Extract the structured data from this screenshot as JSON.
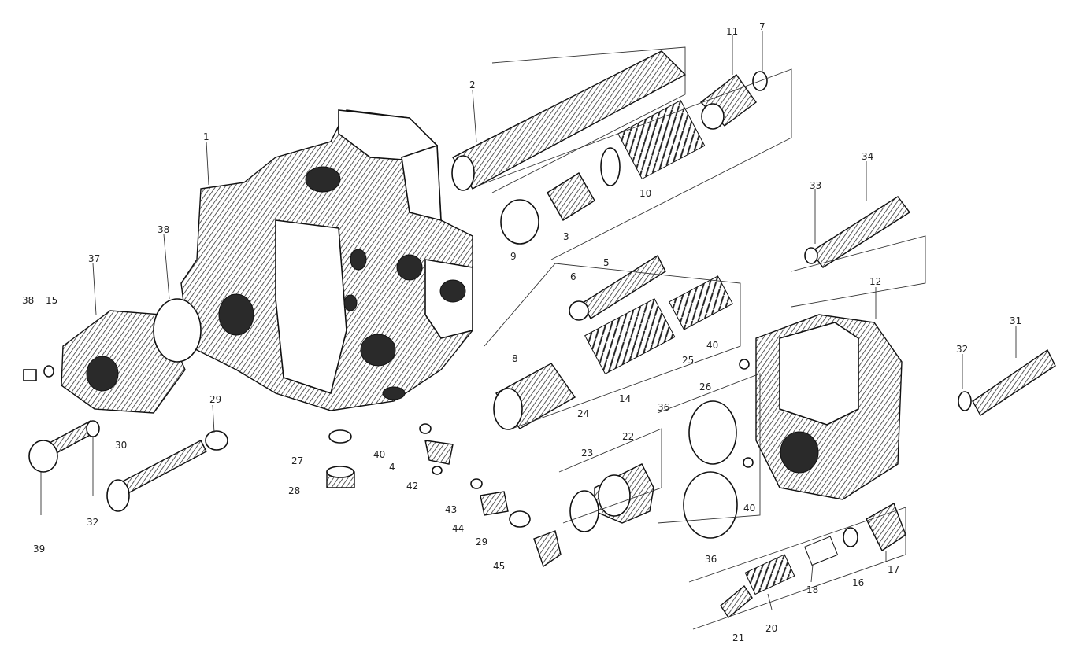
{
  "callouts": [
    {
      "id": "c1",
      "text": "1"
    },
    {
      "id": "c2",
      "text": "2"
    },
    {
      "id": "c11",
      "text": "11"
    },
    {
      "id": "c7",
      "text": "7"
    },
    {
      "id": "c10",
      "text": "10"
    },
    {
      "id": "c9",
      "text": "9"
    },
    {
      "id": "c3",
      "text": "3"
    },
    {
      "id": "c5",
      "text": "5"
    },
    {
      "id": "c6",
      "text": "6"
    },
    {
      "id": "c8",
      "text": "8"
    },
    {
      "id": "c34",
      "text": "34"
    },
    {
      "id": "c33",
      "text": "33"
    },
    {
      "id": "c12",
      "text": "12"
    },
    {
      "id": "c31",
      "text": "31"
    },
    {
      "id": "c32b",
      "text": "32"
    },
    {
      "id": "c25",
      "text": "25"
    },
    {
      "id": "c40a",
      "text": "40"
    },
    {
      "id": "c26",
      "text": "26"
    },
    {
      "id": "c24",
      "text": "24"
    },
    {
      "id": "c14",
      "text": "14"
    },
    {
      "id": "c22",
      "text": "22"
    },
    {
      "id": "c23",
      "text": "23"
    },
    {
      "id": "c36a",
      "text": "36"
    },
    {
      "id": "c36b",
      "text": "36"
    },
    {
      "id": "c40b",
      "text": "40"
    },
    {
      "id": "c17",
      "text": "17"
    },
    {
      "id": "c16",
      "text": "16"
    },
    {
      "id": "c18",
      "text": "18"
    },
    {
      "id": "c20",
      "text": "20"
    },
    {
      "id": "c21",
      "text": "21"
    },
    {
      "id": "c38a",
      "text": "38"
    },
    {
      "id": "c37",
      "text": "37"
    },
    {
      "id": "c38b",
      "text": "38"
    },
    {
      "id": "c15",
      "text": "15"
    },
    {
      "id": "c39",
      "text": "39"
    },
    {
      "id": "c32",
      "text": "32"
    },
    {
      "id": "c30",
      "text": "30"
    },
    {
      "id": "c29",
      "text": "29"
    },
    {
      "id": "c27",
      "text": "27"
    },
    {
      "id": "c28",
      "text": "28"
    },
    {
      "id": "c40c",
      "text": "40"
    },
    {
      "id": "c4",
      "text": "4"
    },
    {
      "id": "c42",
      "text": "42"
    },
    {
      "id": "c43",
      "text": "43"
    },
    {
      "id": "c44",
      "text": "44"
    },
    {
      "id": "c29b",
      "text": "29"
    },
    {
      "id": "c45",
      "text": "45"
    }
  ]
}
